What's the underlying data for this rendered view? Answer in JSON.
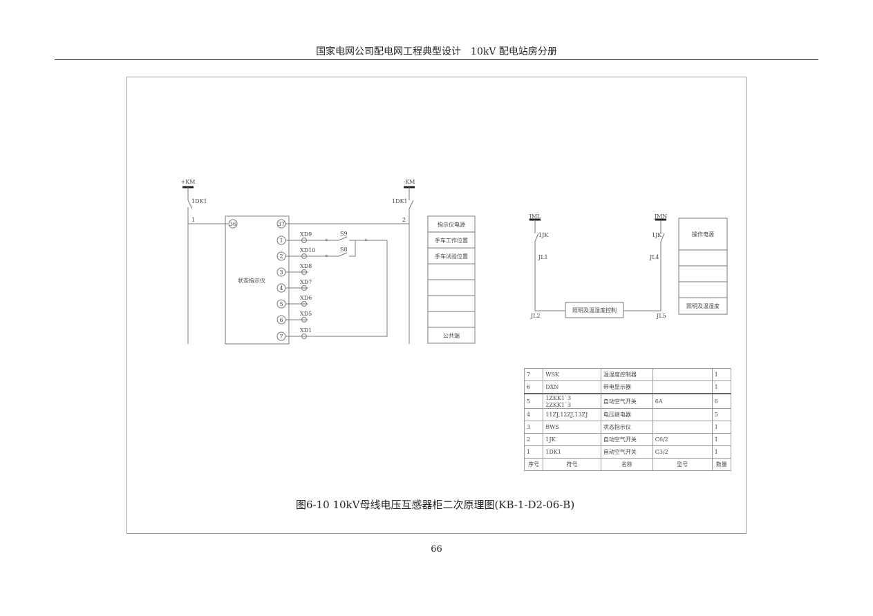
{
  "header": "国家电网公司配电网工程典型设计　10kV 配电站房分册",
  "caption": "图6-10 10kV母线电压互感器柜二次原理图(KB-1-D2-06-B)",
  "page_number": "66",
  "left_diagram": {
    "bus_pos": "+KM",
    "bus_neg": "-KM",
    "breaker_left": "1DK1",
    "breaker_right": "1DK1",
    "node1": "1",
    "node2": "2",
    "device": "状态指示仪",
    "term_a": "36",
    "term_b": "37",
    "terminals": [
      "1",
      "2",
      "3",
      "4",
      "5",
      "6",
      "7"
    ],
    "xd": [
      "XD9",
      "XD10",
      "XD8",
      "XD7",
      "XD6",
      "XD5",
      "XD1"
    ],
    "s9": "S9",
    "s8": "S8",
    "legend": [
      "指示仪电源",
      "手车工作位置",
      "手车试验位置",
      "",
      "",
      "",
      "",
      "公共端"
    ]
  },
  "right_diagram": {
    "bus_l": "JML",
    "bus_n": "JMN",
    "sw_l": "1JK",
    "sw_r": "1JK",
    "jl1": "JL1",
    "jl2": "JL2",
    "jl4": "JL4",
    "jl5": "JL5",
    "box": "照明及温湿度控制",
    "legend": [
      "操作电源",
      "",
      "",
      "",
      "照明及温湿度"
    ]
  },
  "parts_table": {
    "rows": [
      [
        "7",
        "WSK",
        "温湿度控制器",
        "",
        "1"
      ],
      [
        "6",
        "DXN",
        "带电显示器",
        "",
        "1"
      ],
      [
        "5",
        "1ZKK1`3　2ZKK1`3",
        "自动空气开关",
        "6A",
        "6"
      ],
      [
        "4",
        "11ZJ,12ZJ,13ZJ",
        "电压继电器",
        "",
        "5"
      ],
      [
        "3",
        "BWS",
        "状态指示仪",
        "",
        "1"
      ],
      [
        "2",
        "1JK",
        "自动空气开关",
        "C6/2",
        "1"
      ],
      [
        "1",
        "1DK1",
        "自动空气开关",
        "C3/2",
        "1"
      ]
    ],
    "header": [
      "序号",
      "符号",
      "名称",
      "型号",
      "数量"
    ]
  }
}
